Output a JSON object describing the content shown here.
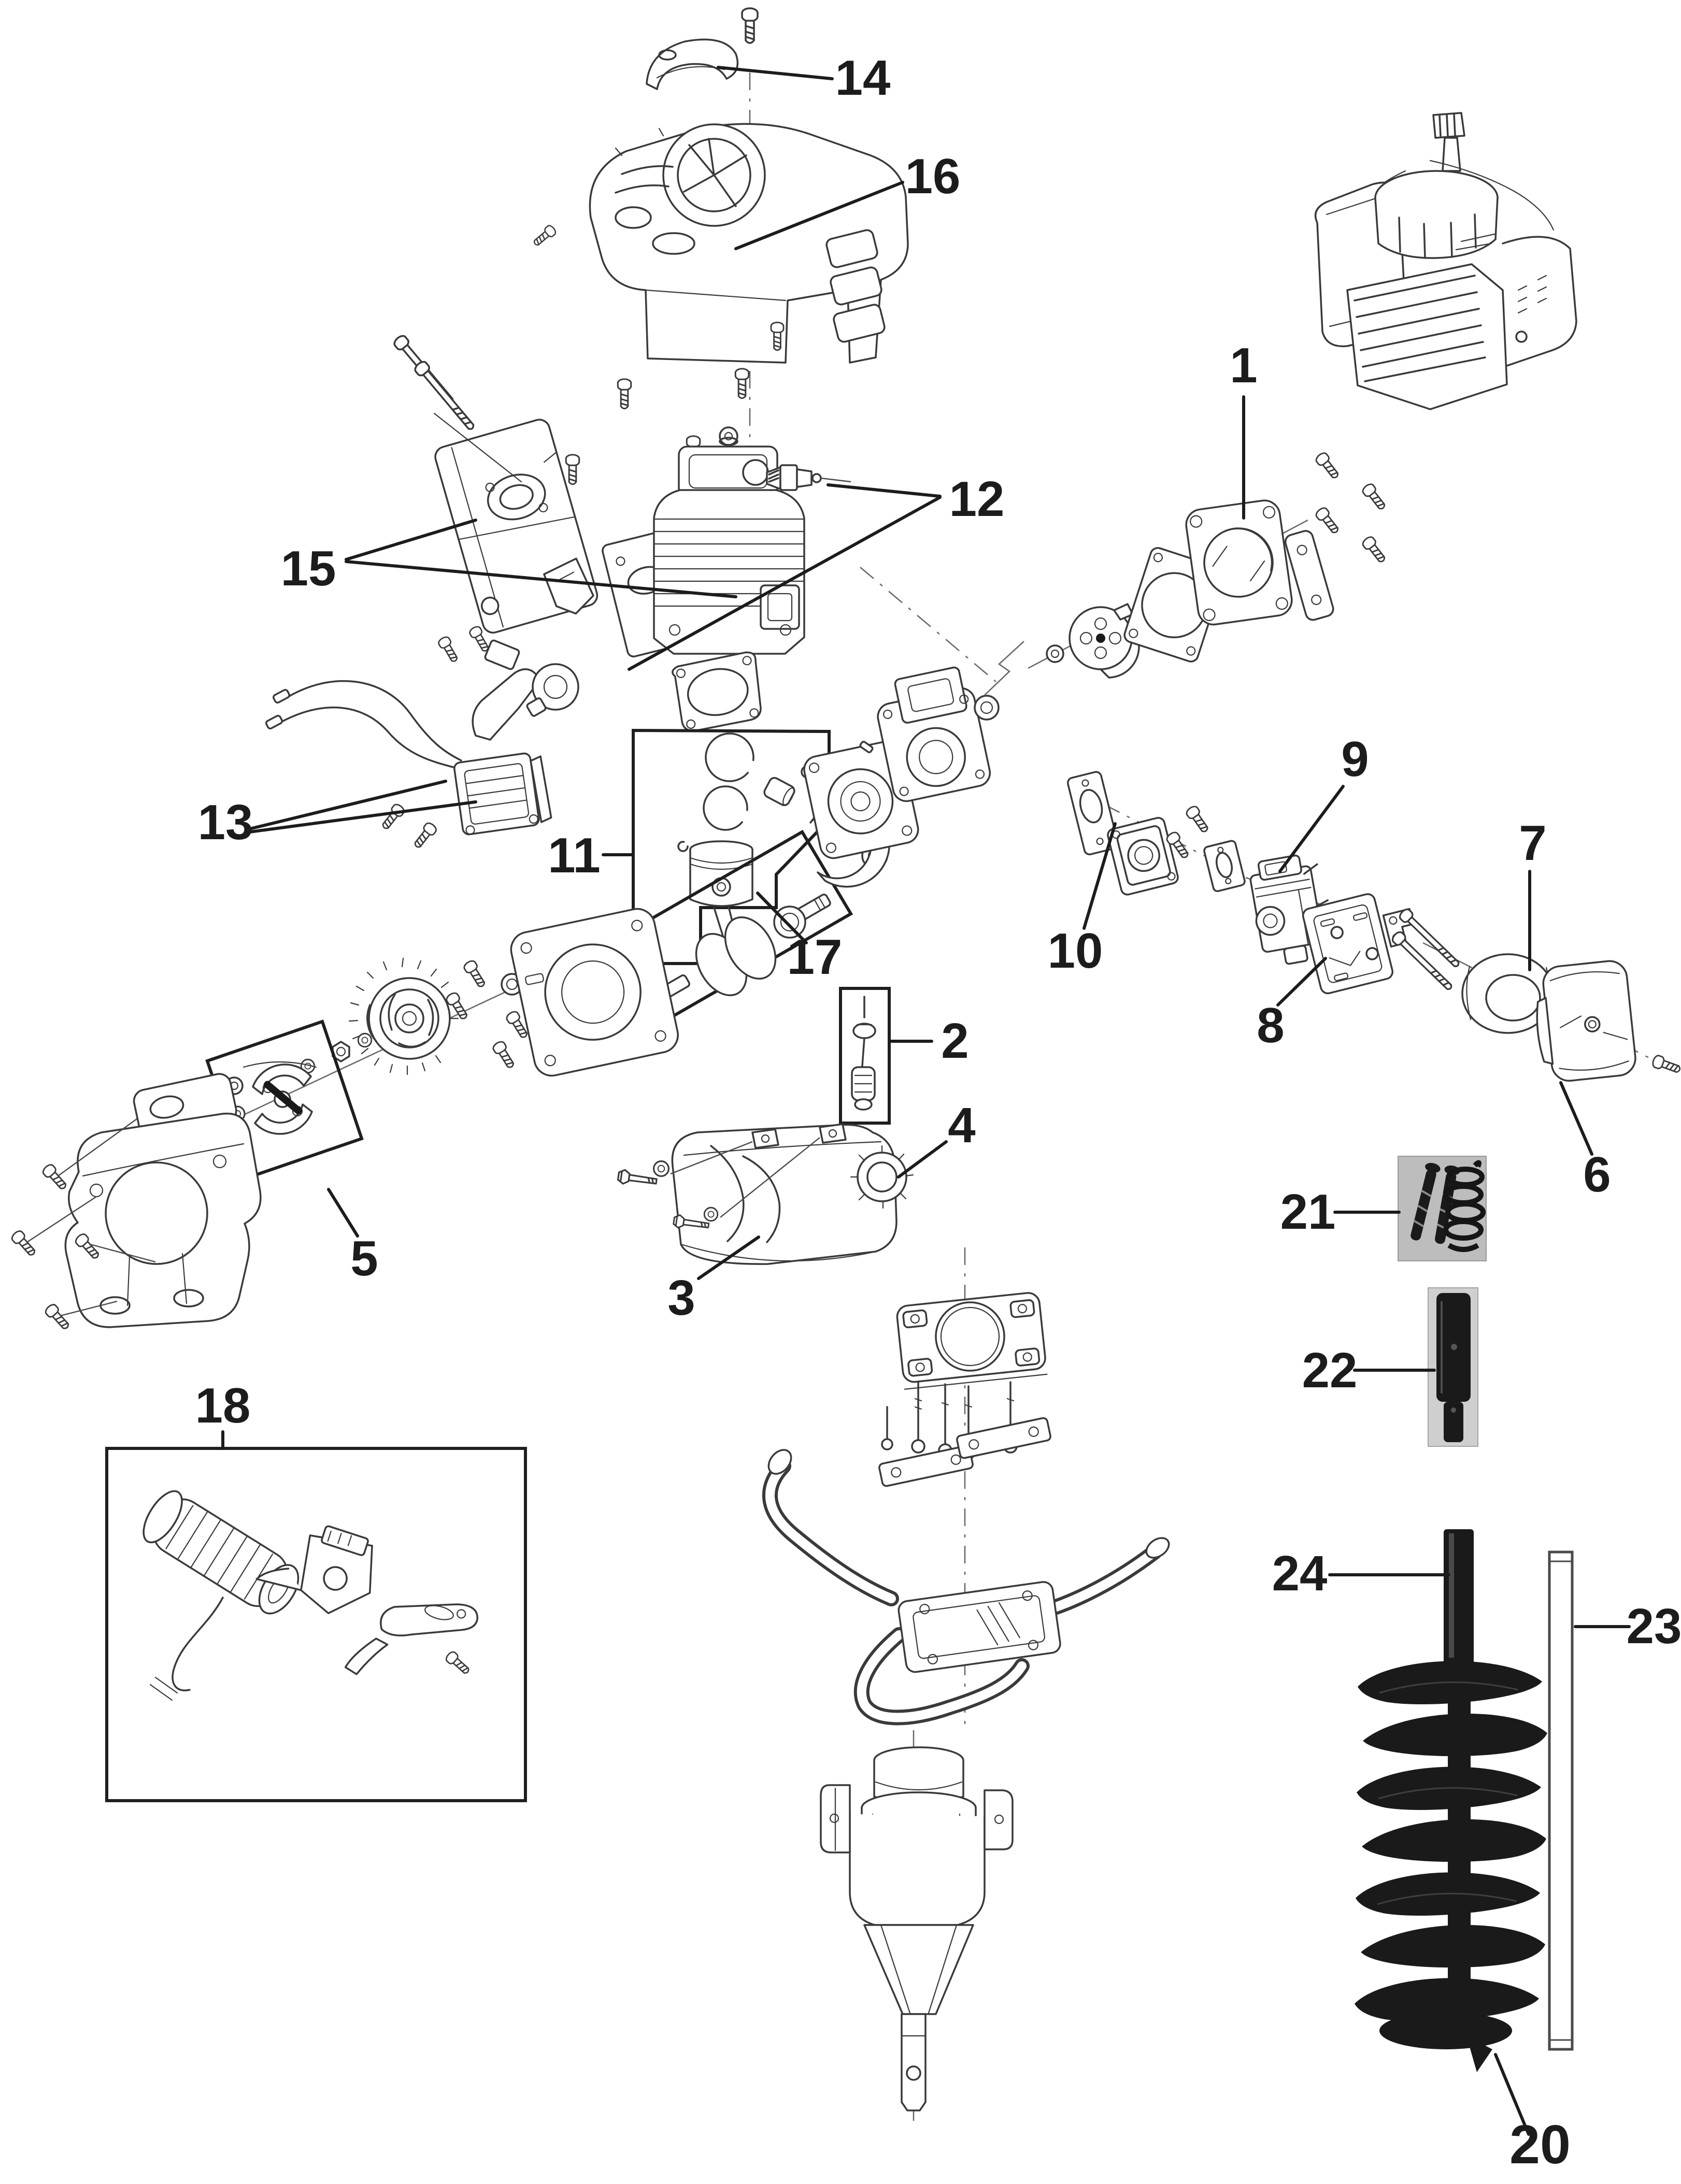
{
  "diagram": {
    "kind": "exploded-parts-diagram",
    "background": "#ffffff",
    "line_color": "#3a3a3a",
    "label_color": "#1c1c1c"
  },
  "parts": [
    {
      "number": "1",
      "name": "clutch-housing-plate"
    },
    {
      "number": "2",
      "name": "fuel-filter"
    },
    {
      "number": "3",
      "name": "fuel-tank"
    },
    {
      "number": "4",
      "name": "fuel-tank-cap"
    },
    {
      "number": "5",
      "name": "clutch-assembly"
    },
    {
      "number": "6",
      "name": "air-filter-cover"
    },
    {
      "number": "7",
      "name": "air-filter-element"
    },
    {
      "number": "8",
      "name": "air-filter-base"
    },
    {
      "number": "9",
      "name": "carburetor"
    },
    {
      "number": "10",
      "name": "intake-manifold"
    },
    {
      "number": "11",
      "name": "piston-kit"
    },
    {
      "number": "12",
      "name": "cylinder-kit"
    },
    {
      "number": "13",
      "name": "ignition-coil"
    },
    {
      "number": "14",
      "name": "cover-clip"
    },
    {
      "number": "15",
      "name": "muffler-kit"
    },
    {
      "number": "16",
      "name": "engine-cover"
    },
    {
      "number": "17",
      "name": "crankshaft-assembly"
    },
    {
      "number": "18",
      "name": "throttle-handle-kit"
    },
    {
      "number": "20",
      "name": "auger-blade-tip"
    },
    {
      "number": "21",
      "name": "bolt-spring-kit"
    },
    {
      "number": "22",
      "name": "drive-pin"
    },
    {
      "number": "23",
      "name": "extension-rod"
    },
    {
      "number": "24",
      "name": "auger-drill"
    }
  ]
}
